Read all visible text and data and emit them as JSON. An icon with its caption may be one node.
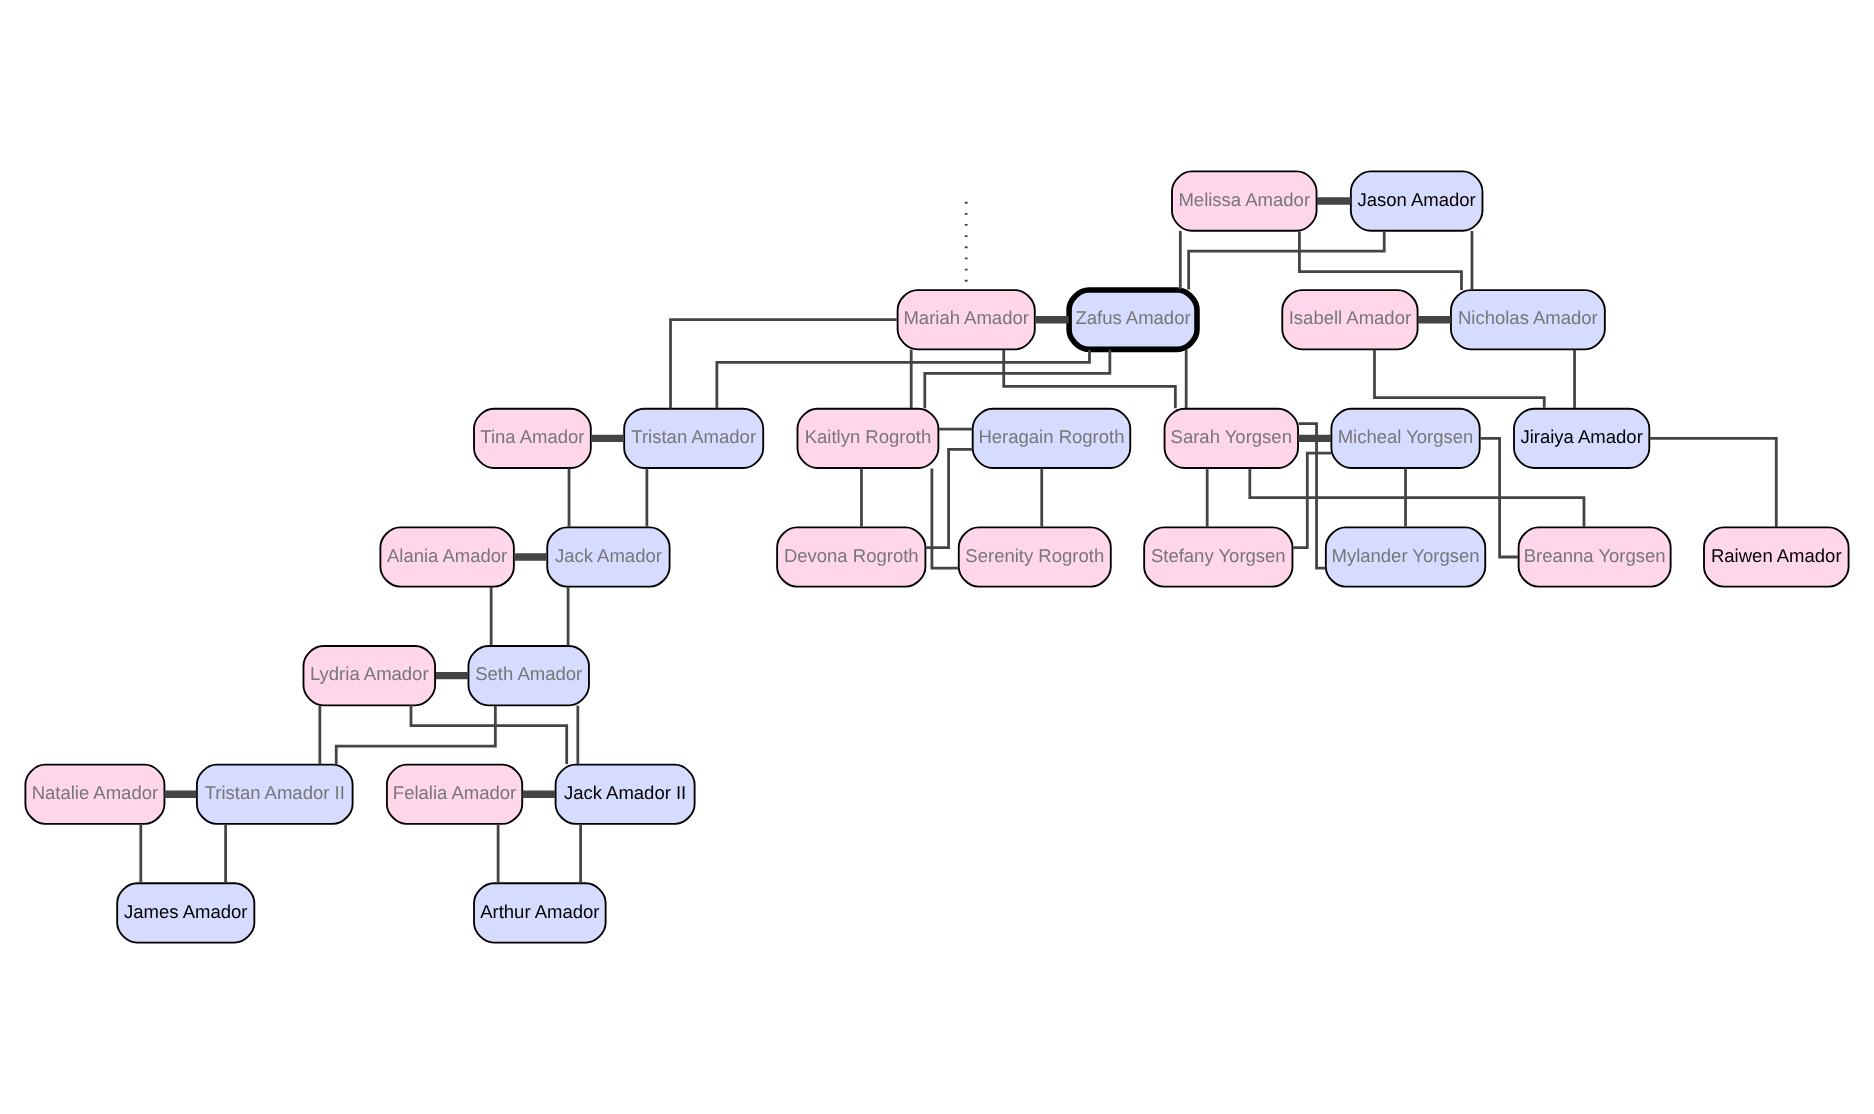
{
  "diagram": {
    "nodes": [
      {
        "text": [
          "Melissa Amador"
        ]
      },
      {
        "text": [
          "Jason Amador"
        ]
      },
      {
        "text": [
          "Isabell Amador"
        ]
      },
      {
        "text": [
          "Nicholas Amador"
        ]
      },
      {
        "text": [
          "Mariah Amador"
        ]
      },
      {
        "text": [
          "Zafus Amador"
        ]
      },
      {
        "text": [
          "Jiraiya Amador"
        ]
      },
      {
        "text": [
          "Tina Amador"
        ]
      },
      {
        "text": [
          "Tristan Amador"
        ]
      },
      {
        "text": [
          "Kaitlyn Rogroth"
        ]
      },
      {
        "text": [
          "Heragain Rogroth"
        ]
      },
      {
        "text": [
          "Sarah Yorgsen"
        ]
      },
      {
        "text": [
          "Micheal Yorgsen"
        ]
      },
      {
        "text": [
          "Raiwen Amador"
        ]
      },
      {
        "text": [
          "Alania Amador"
        ]
      },
      {
        "text": [
          "Jack Amador"
        ]
      },
      {
        "text": [
          "Serenity Rogroth"
        ]
      },
      {
        "text": [
          "Devona Rogroth"
        ]
      },
      {
        "text": [
          "Mylander Yorgsen"
        ]
      },
      {
        "text": [
          "Breanna Yorgsen"
        ]
      },
      {
        "text": [
          "Stefany Yorgsen"
        ]
      },
      {
        "text": [
          "Lydria Amador"
        ]
      },
      {
        "text": [
          "Seth Amador"
        ]
      },
      {
        "text": [
          "Natalie Amador"
        ]
      },
      {
        "text": [
          "Tristan Amador II"
        ]
      },
      {
        "text": [
          "Felalia Amador"
        ]
      },
      {
        "text": [
          "Jack Amador II"
        ]
      },
      {
        "text": [
          "James Amador"
        ]
      },
      {
        "text": [
          "Arthur Amador"
        ]
      }
    ],
    "edges": [
      {
        "from": 0,
        "to": 1,
        "arrow": "none",
        "style": "thick"
      },
      {
        "from": 0,
        "to": 3,
        "arrow": "none"
      },
      {
        "from": 1,
        "to": 3,
        "arrow": "none"
      },
      {
        "from": 0,
        "to": 5,
        "arrow": "none"
      },
      {
        "from": 1,
        "to": 5,
        "arrow": "none"
      },
      {
        "from": 2,
        "to": 3,
        "arrow": "none",
        "style": "thick"
      },
      {
        "from": null,
        "to": 4,
        "arrow": "none",
        "style": "dashed"
      },
      {
        "from": 4,
        "to": 5,
        "arrow": "none",
        "style": "thick"
      },
      {
        "from": 2,
        "to": 6,
        "arrow": "none"
      },
      {
        "from": 3,
        "to": 6,
        "arrow": "none"
      },
      {
        "from": 4,
        "to": 8,
        "arrow": "none"
      },
      {
        "from": 5,
        "to": 8,
        "arrow": "none"
      },
      {
        "from": 4,
        "to": 9,
        "arrow": "none"
      },
      {
        "from": 5,
        "to": 9,
        "arrow": "none"
      },
      {
        "from": 4,
        "to": 11,
        "arrow": "none"
      },
      {
        "from": 5,
        "to": 11,
        "arrow": "none"
      },
      {
        "from": 7,
        "to": 8,
        "arrow": "none",
        "style": "thick"
      },
      {
        "from": 9,
        "to": 10,
        "arrow": "none"
      },
      {
        "from": 11,
        "to": 12,
        "arrow": "none",
        "style": "thick"
      },
      {
        "from": 6,
        "to": 13,
        "arrow": "none"
      },
      {
        "from": 7,
        "to": 15,
        "arrow": "none"
      },
      {
        "from": 8,
        "to": 15,
        "arrow": "none"
      },
      {
        "from": 9,
        "to": 16,
        "arrow": "none"
      },
      {
        "from": 10,
        "to": 16,
        "arrow": "none"
      },
      {
        "from": 9,
        "to": 17,
        "arrow": "none"
      },
      {
        "from": 10,
        "to": 17,
        "arrow": "none"
      },
      {
        "from": 11,
        "to": 18,
        "arrow": "none"
      },
      {
        "from": 12,
        "to": 18,
        "arrow": "none"
      },
      {
        "from": 11,
        "to": 19,
        "arrow": "none"
      },
      {
        "from": 12,
        "to": 19,
        "arrow": "none"
      },
      {
        "from": 11,
        "to": 20,
        "arrow": "none"
      },
      {
        "from": 12,
        "to": 20,
        "arrow": "none"
      },
      {
        "from": 14,
        "to": 15,
        "arrow": "none",
        "style": "thick"
      },
      {
        "from": 14,
        "to": 22,
        "arrow": "none"
      },
      {
        "from": 15,
        "to": 22,
        "arrow": "none"
      },
      {
        "from": 21,
        "to": 22,
        "arrow": "none",
        "style": "thick"
      },
      {
        "from": 21,
        "to": 24,
        "arrow": "none"
      },
      {
        "from": 22,
        "to": 24,
        "arrow": "none"
      },
      {
        "from": 21,
        "to": 26,
        "arrow": "none"
      },
      {
        "from": 22,
        "to": 26,
        "arrow": "none"
      },
      {
        "from": 23,
        "to": 24,
        "arrow": "none",
        "style": "thick"
      },
      {
        "from": 25,
        "to": 26,
        "arrow": "none",
        "style": "thick"
      },
      {
        "from": 23,
        "to": 27,
        "arrow": "none"
      },
      {
        "from": 24,
        "to": 27,
        "arrow": "none"
      },
      {
        "from": 25,
        "to": 28,
        "arrow": "none"
      },
      {
        "from": 26,
        "to": 28,
        "arrow": "none"
      }
    ]
  }
}
